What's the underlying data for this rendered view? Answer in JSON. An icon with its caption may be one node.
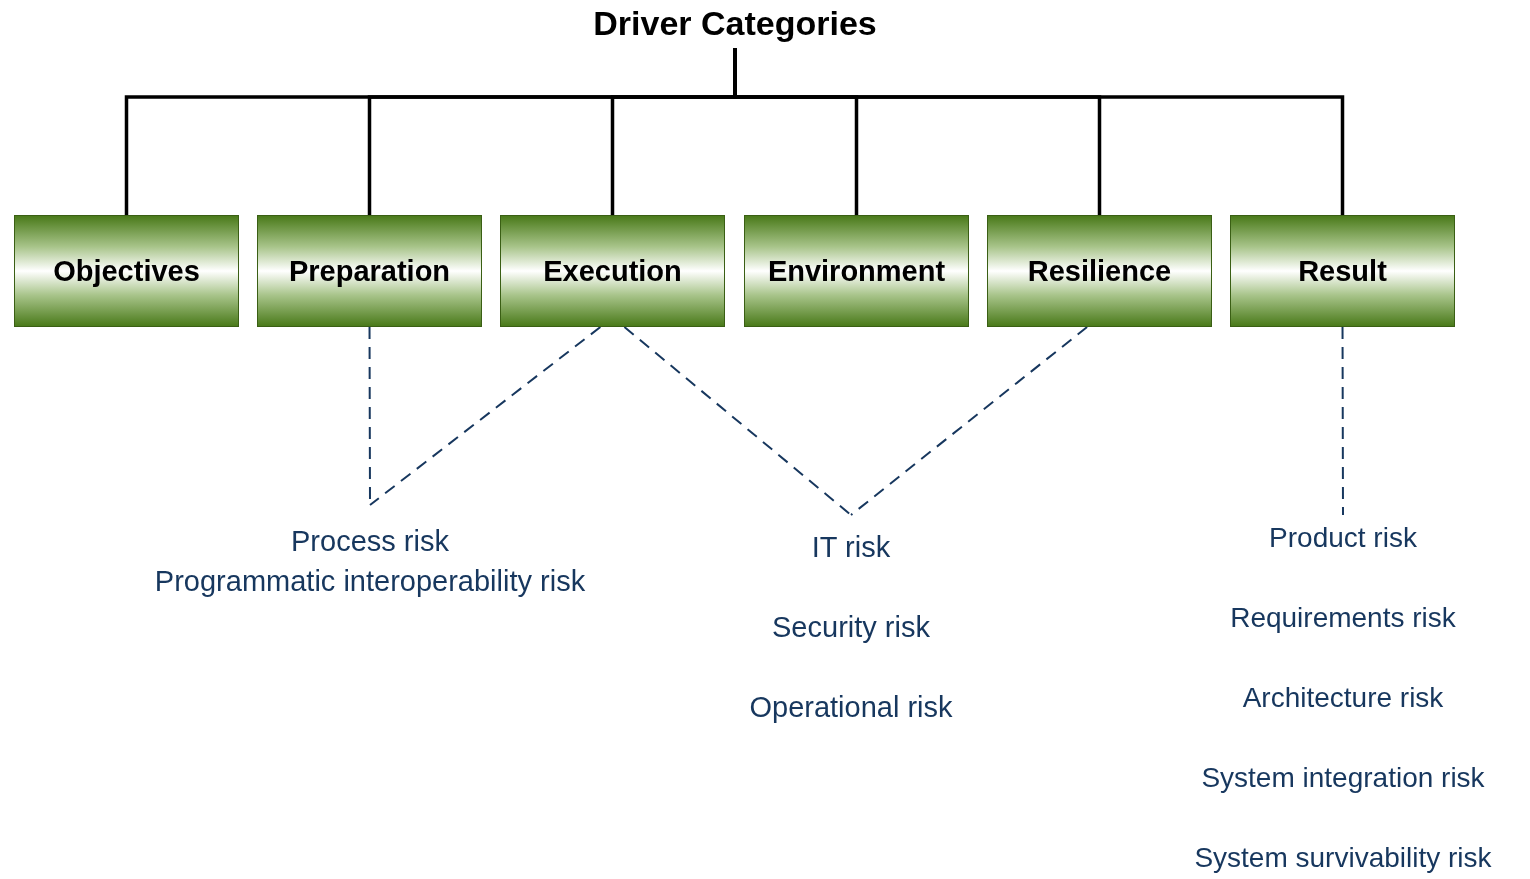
{
  "diagram": {
    "nodes": [
      {
        "text": [
          "Driver Categories"
        ]
      },
      {
        "text": [
          "Objectives"
        ]
      },
      {
        "text": [
          "Preparation"
        ]
      },
      {
        "text": [
          "Execution"
        ]
      },
      {
        "text": [
          "Environment"
        ]
      },
      {
        "text": [
          "Resilience"
        ]
      },
      {
        "text": [
          "Result"
        ]
      },
      {
        "text": [
          "Process risk",
          "Programmatic interoperability risk"
        ]
      },
      {
        "text": [
          "IT risk",
          "Security risk",
          "Operational risk"
        ]
      },
      {
        "text": [
          "Product risk",
          "Requirements risk",
          "Architecture risk",
          "System integration risk",
          "System survivability risk"
        ]
      }
    ],
    "edges": [
      {
        "from": 0,
        "to": 1,
        "arrow": "none"
      },
      {
        "from": 0,
        "to": 2,
        "arrow": "none"
      },
      {
        "from": 0,
        "to": 3,
        "arrow": "none"
      },
      {
        "from": 0,
        "to": 4,
        "arrow": "none"
      },
      {
        "from": 0,
        "to": 5,
        "arrow": "none"
      },
      {
        "from": 0,
        "to": 6,
        "arrow": "none"
      },
      {
        "from": 2,
        "to": 7,
        "arrow": "none",
        "style": "dashed",
        "color": "#17375e"
      },
      {
        "from": 3,
        "to": 7,
        "arrow": "none",
        "style": "dashed",
        "color": "#17375e"
      },
      {
        "from": 3,
        "to": 8,
        "arrow": "none",
        "style": "dashed",
        "color": "#17375e"
      },
      {
        "from": 5,
        "to": 8,
        "arrow": "none",
        "style": "dashed",
        "color": "#17375e"
      },
      {
        "from": 6,
        "to": 9,
        "arrow": "none",
        "style": "dashed",
        "color": "#17375e"
      }
    ]
  }
}
